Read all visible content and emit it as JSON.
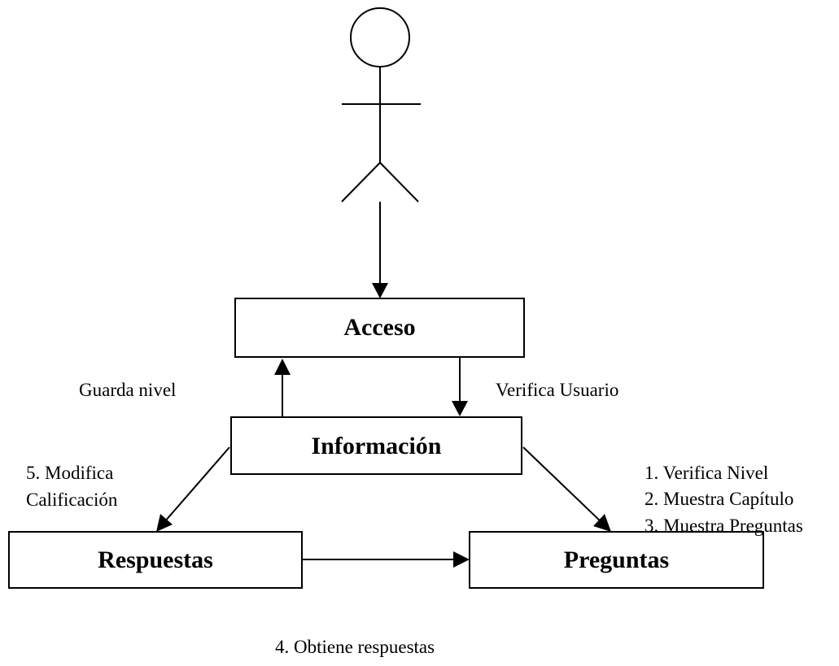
{
  "nodes": {
    "acceso": "Acceso",
    "informacion": "Información",
    "respuestas": "Respuestas",
    "preguntas": "Preguntas"
  },
  "edges": {
    "guarda_nivel": "Guarda nivel",
    "verifica_usuario": "Verifica Usuario",
    "modifica_calificacion": [
      "5. Modifica",
      "Calificación"
    ],
    "preguntas_steps": [
      "1. Verifica Nivel",
      "2. Muestra Capítulo",
      "3. Muestra Preguntas"
    ],
    "obtiene_respuestas": "4. Obtiene respuestas"
  },
  "colors": {
    "stroke": "#000000",
    "fill": "#ffffff"
  }
}
